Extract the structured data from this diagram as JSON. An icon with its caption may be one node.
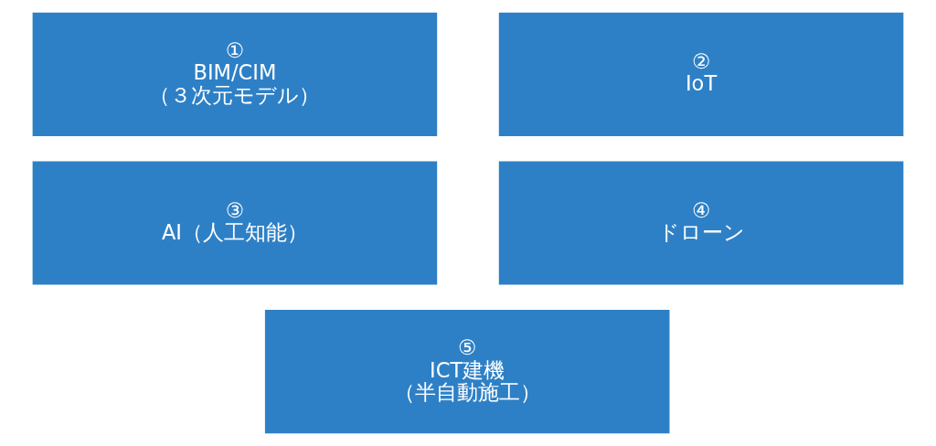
{
  "diagram": {
    "nodes": [
      {
        "text": [
          "①",
          "BIM/CIM",
          "（３次元モデル）"
        ]
      },
      {
        "text": [
          "②",
          "IoT"
        ]
      },
      {
        "text": [
          "③",
          "AI（人工知能）"
        ]
      },
      {
        "text": [
          "④",
          "ドローン"
        ]
      },
      {
        "text": [
          "⑤",
          "ICT建機",
          "（半自動施工）"
        ]
      }
    ],
    "edges": []
  }
}
